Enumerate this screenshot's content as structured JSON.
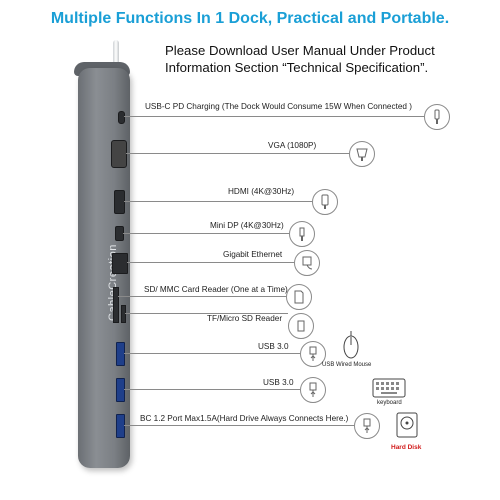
{
  "headline": "Multiple Functions In 1 Dock, Practical and Portable.",
  "subheading": [
    "Please Download User Manual Under Product",
    "Information Section “Technical Specification”."
  ],
  "brand": "CableCreation",
  "ports": [
    {
      "label": "USB-C PD Charging (The Dock Would Consume 15W When Connected )",
      "icon": "usb-c-plug-icon"
    },
    {
      "label": "VGA (1080P)",
      "icon": "vga-plug-icon"
    },
    {
      "label": "HDMI (4K@30Hz)",
      "icon": "hdmi-plug-icon"
    },
    {
      "label": "Mini DP (4K@30Hz)",
      "icon": "mini-dp-plug-icon"
    },
    {
      "label": "Gigabit Ethernet",
      "icon": "ethernet-plug-icon"
    },
    {
      "label": "SD/ MMC Card Reader (One at a Time)",
      "icon": "sd-card-icon"
    },
    {
      "label": "TF/Micro SD Reader",
      "icon": "micro-sd-card-icon"
    },
    {
      "label": "USB 3.0",
      "icon": "usb-plug-icon"
    },
    {
      "label": "USB 3.0",
      "icon": "usb-plug-icon"
    },
    {
      "label": "BC 1.2 Port Max1.5A(Hard Drive Always Connects Here.)",
      "icon": "usb-plug-icon"
    }
  ],
  "devices": {
    "mouse": "USB Wired Mouse",
    "keyboard": "keyboard",
    "hard_disk": "Hard Disk"
  },
  "colors": {
    "headline": "#1a9fd6",
    "dock": "#7b7f84",
    "usb3": "#1f3f8a",
    "hard_disk_label": "#d11a1a"
  }
}
